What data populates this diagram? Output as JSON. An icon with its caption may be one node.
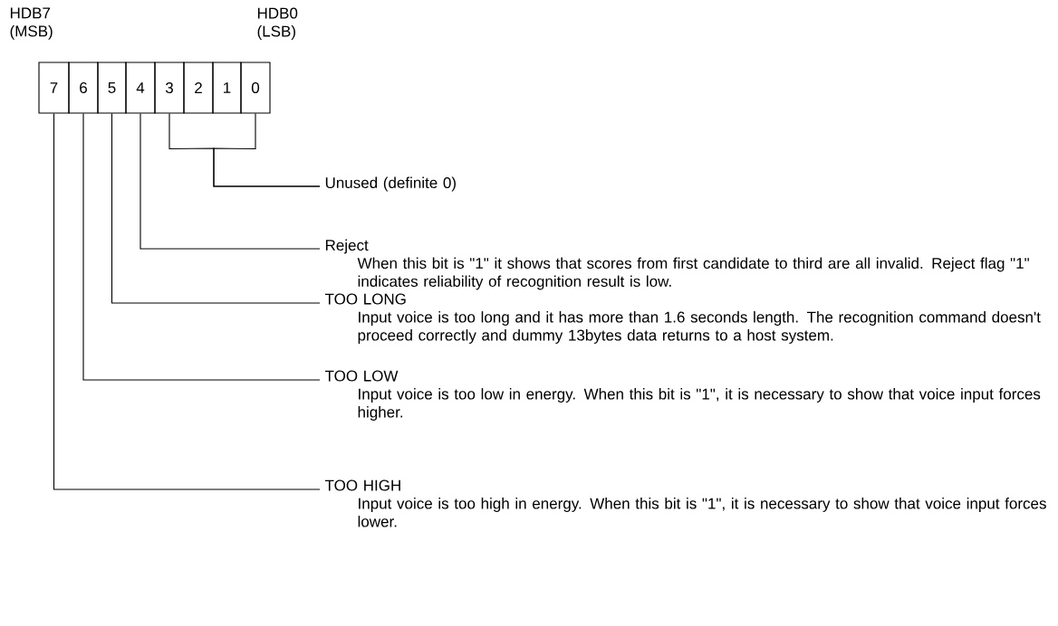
{
  "diagram": {
    "nodes": [
      {
        "text": [
          "7"
        ]
      },
      {
        "text": [
          "6"
        ]
      },
      {
        "text": [
          "5"
        ]
      },
      {
        "text": [
          "4"
        ]
      },
      {
        "text": [
          "3"
        ]
      },
      {
        "text": [
          "2"
        ]
      },
      {
        "text": [
          "1"
        ]
      },
      {
        "text": [
          "0"
        ]
      },
      {
        "text": [
          "Unused (definite 0)"
        ]
      },
      {
        "text": [
          "Reject",
          "When this bit is \"1\" it shows that scores from first candidate to third are all invalid.  Reject flag \"1\" indicates reliability of recognition result is low."
        ]
      },
      {
        "text": [
          "TOO LONG",
          "Input voice is too long and it has more than 1.6 seconds length.  The recognition command doesn't proceed correctly and dummy 13bytes data returns to a host system."
        ]
      },
      {
        "text": [
          "TOO LOW",
          "Input voice is too low in energy.  When this bit is \"1\", it is necessary to show that voice input forces higher."
        ]
      },
      {
        "text": [
          "TOO HIGH",
          "Input voice is too high in energy.  When this bit is \"1\", it is necessary to show that voice input forces lower."
        ]
      }
    ],
    "edges": [
      {
        "from": 4,
        "to": 8,
        "arrow": "none"
      },
      {
        "from": 7,
        "to": 8,
        "arrow": "none"
      },
      {
        "from": 3,
        "to": 9,
        "arrow": "none"
      },
      {
        "from": 2,
        "to": 10,
        "arrow": "none"
      },
      {
        "from": 1,
        "to": 11,
        "arrow": "none"
      },
      {
        "from": 0,
        "to": 12,
        "arrow": "none"
      }
    ],
    "labels": [
      "HDB7 (MSB)",
      "HDB0 (LSB)"
    ]
  }
}
